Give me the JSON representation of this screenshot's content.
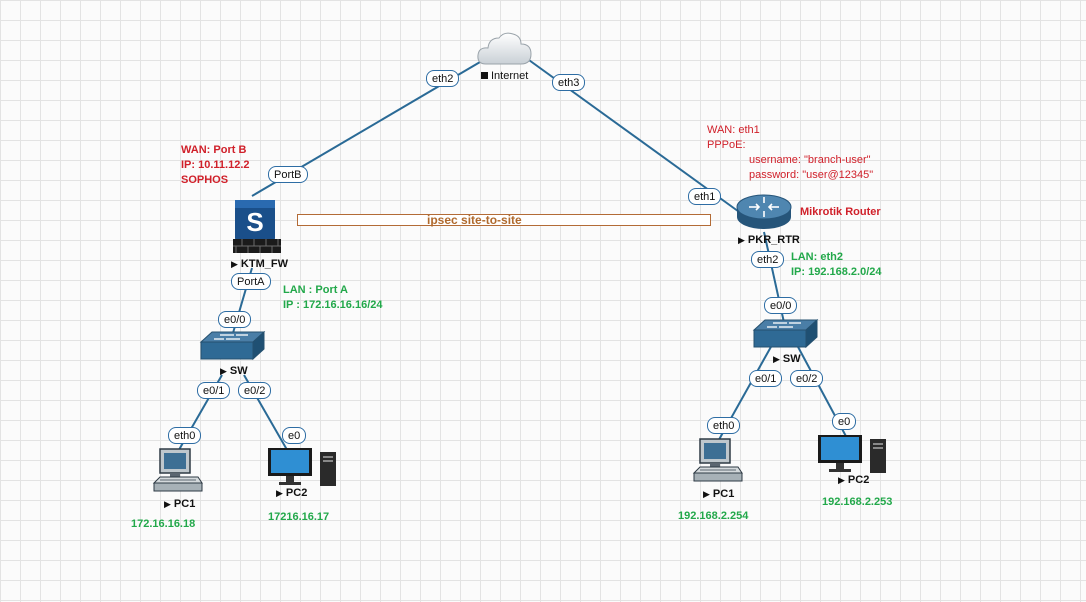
{
  "tunnel": {
    "label": "ipsec site-to-site"
  },
  "internet": {
    "label": "Internet"
  },
  "left_site": {
    "firewall": {
      "label": "KTM_FW",
      "icon": "sophos-firewall-icon"
    },
    "wan_notes": [
      "WAN: Port B",
      "IP: 10.11.12.2",
      "SOPHOS"
    ],
    "lan_notes": [
      "LAN : Port A",
      "IP : 172.16.16.16/24"
    ],
    "switch": {
      "label": "SW"
    },
    "pc1": {
      "label": "PC1",
      "ip": "172.16.16.18"
    },
    "pc2": {
      "label": "PC2",
      "ip": "17216.16.17"
    },
    "ports": {
      "fw_wan": "PortB",
      "fw_lan": "PortA",
      "sw_up": "e0/0",
      "sw_p1": "e0/1",
      "sw_p2": "e0/2",
      "pc1": "eth0",
      "pc2": "e0",
      "internet": "eth2"
    }
  },
  "right_site": {
    "router": {
      "label": "PKR_RTR",
      "name": "Mikrotik Router"
    },
    "wan_notes": [
      "WAN: eth1",
      "PPPoE:",
      "username: \"branch-user\"",
      "password: \"user@12345\""
    ],
    "lan_notes": [
      "LAN: eth2",
      "IP: 192.168.2.0/24"
    ],
    "switch": {
      "label": "SW"
    },
    "pc1": {
      "label": "PC1",
      "ip": "192.168.2.254"
    },
    "pc2": {
      "label": "PC2",
      "ip": "192.168.2.253"
    },
    "ports": {
      "rtr_wan": "eth1",
      "rtr_lan": "eth2",
      "sw_up": "e0/0",
      "sw_p1": "e0/1",
      "sw_p2": "e0/2",
      "pc1": "eth0",
      "pc2": "e0",
      "internet": "eth3"
    }
  },
  "colors": {
    "link": "#2a6a96",
    "note_red": "#d0202a",
    "note_green": "#22a84a",
    "tunnel": "#b36b36"
  }
}
